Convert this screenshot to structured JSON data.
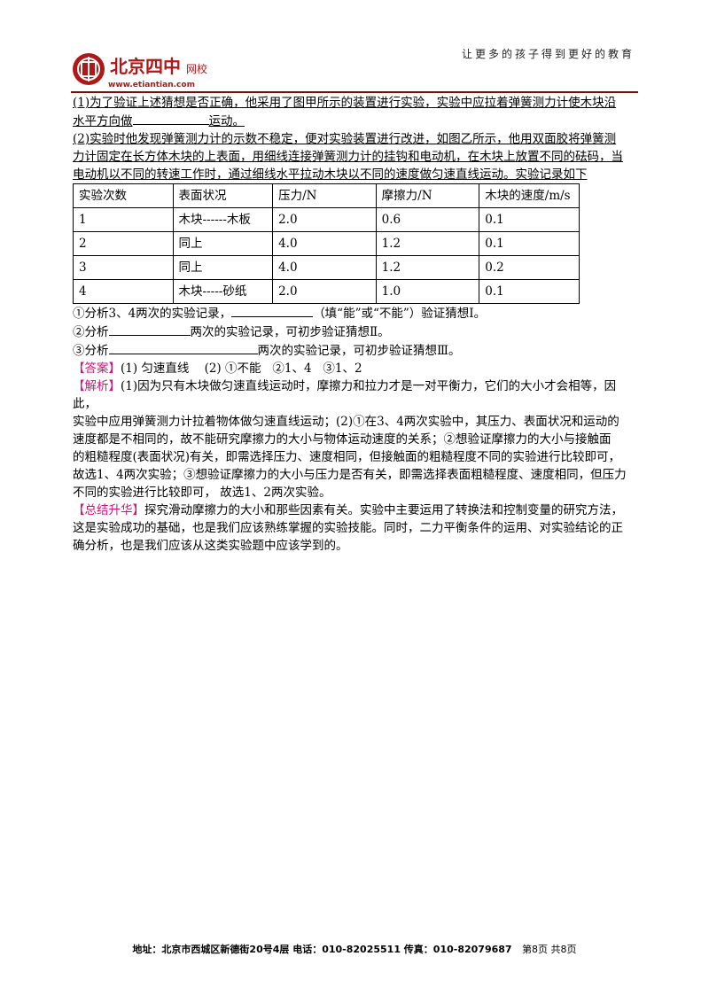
{
  "header": {
    "logo_cn": "北京四中",
    "logo_suffix": "网校",
    "logo_url": "www.etiantian.com",
    "slogan": "让更多的孩子得到更好的教育"
  },
  "q1": {
    "line1": "(1)为了验证上述猜想是否正确，他采用了图甲所示的装置进行实验，实验中应拉着弹簧测力计使木块沿",
    "line2_pre": "水平方向做",
    "line2_post": "运动。"
  },
  "q2": {
    "line1": "(2)实验时他发现弹簧测力计的示数不稳定，便对实验装置进行改进，如图乙所示，他用双面胶将弹簧测",
    "line2": "力计固定在长方体木块的上表面，用细线连接弹簧测力计的挂钩和电动机，在木块上放置不同的砝码，当",
    "line3": "电动机以不同的转速工作时，通过细线水平拉动木块以不同的速度做匀速直线运动。实验记录如下"
  },
  "table": {
    "headers": [
      "实验次数",
      "表面状况",
      "压力/N",
      "摩擦力/N",
      "木块的速度/m/s"
    ],
    "rows": [
      [
        "1",
        "木块------木板",
        "2.0",
        "0.6",
        "0.1"
      ],
      [
        "2",
        "同上",
        "4.0",
        "1.2",
        "0.1"
      ],
      [
        "3",
        "同上",
        "4.0",
        "1.2",
        "0.2"
      ],
      [
        "4",
        "木块-----砂纸",
        "2.0",
        "1.0",
        "0.1"
      ]
    ]
  },
  "sub": {
    "s1_pre": "①分析3、4两次的实验记录，",
    "s1_post": "（填“能”或“不能”）验证猜想Ⅰ。",
    "s2_pre": "②分析",
    "s2_post": "两次的实验记录，可初步验证猜想Ⅱ。",
    "s3_pre": "③分析",
    "s3_post": "两次的实验记录，可初步验证猜想Ⅲ。"
  },
  "answer": {
    "tag": "【答案】",
    "text": "(1) 匀速直线    (2) ①不能   ②1、4   ③1、2"
  },
  "analysis": {
    "tag": "【解析】",
    "line1": "(1)因为只有木块做匀速直线运动时，摩擦力和拉力才是一对平衡力，它们的大小才会相等，因此，",
    "line2": "实验中应用弹簧测力计拉着物体做匀速直线运动；(2)①在3、4两次实验中，其压力、表面状况和运动的",
    "line3": "速度都是不相同的，故不能研究摩擦力的大小与物体运动速度的关系；②想验证摩擦力的大小与接触面",
    "line4": "的粗糙程度(表面状况)有关，即需选择压力、速度相同，但接触面的粗糙程度不同的实验进行比较即可，",
    "line5": "故选1、4两次实验；③想验证摩擦力的大小与压力是否有关，即需选择表面粗糙程度、速度相同，但压力",
    "line6": "不同的实验进行比较即可， 故选1、2两次实验。"
  },
  "summary": {
    "tag": "【总结升华】",
    "line1": "探究滑动摩擦力的大小和那些因素有关。实验中主要运用了转换法和控制变量的研究方法，",
    "line2": "这是实验成功的基础，也是我们应该熟练掌握的实验技能。同时，二力平衡条件的运用、对实验结论的正",
    "line3": "确分析，也是我们应该从这类实验题中应该学到的。"
  },
  "footer": {
    "address": "地址：北京市西城区新德街20号4层  电话：010-82025511  传真：010-82079687",
    "page": "第8页  共8页"
  },
  "colors": {
    "brand": "#b01818",
    "tag": "#d4127d",
    "rule": "#7a0e0e"
  }
}
